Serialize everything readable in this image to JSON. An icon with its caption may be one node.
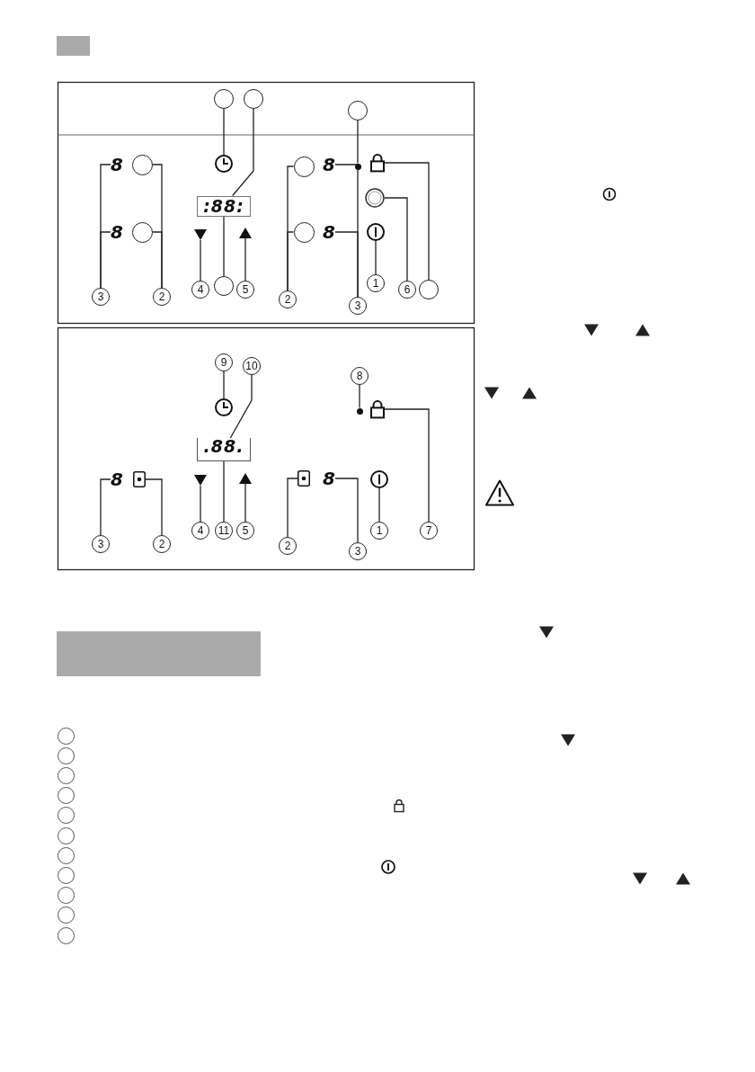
{
  "diagram": {
    "nodes": [
      {
        "text": [],
        "shape": "circle"
      },
      {
        "text": [],
        "shape": "circle"
      },
      {
        "text": [],
        "shape": "circle"
      },
      {
        "text": [],
        "shape": "clock"
      },
      {
        "text": [
          ":88:"
        ]
      },
      {
        "text": [
          "8"
        ]
      },
      {
        "text": [],
        "shape": "circle"
      },
      {
        "text": [
          "8"
        ]
      },
      {
        "text": [],
        "shape": "circle"
      },
      {
        "text": [],
        "shape": "triangle"
      },
      {
        "text": [],
        "shape": "triangle"
      },
      {
        "text": [
          "3"
        ]
      },
      {
        "text": [
          "2"
        ]
      },
      {
        "text": [
          "4"
        ]
      },
      {
        "text": [],
        "shape": "circle"
      },
      {
        "text": [
          "5"
        ]
      },
      {
        "text": [],
        "shape": "circle"
      },
      {
        "text": [
          "8"
        ]
      },
      {
        "text": [],
        "shape": "circle"
      },
      {
        "text": [
          "8"
        ]
      },
      {
        "text": [],
        "shape": "dot"
      },
      {
        "text": [],
        "shape": "lock"
      },
      {
        "text": [],
        "shape": "ring"
      },
      {
        "text": [],
        "shape": "power"
      },
      {
        "text": [
          "2"
        ]
      },
      {
        "text": [
          "3"
        ]
      },
      {
        "text": [
          "1"
        ]
      },
      {
        "text": [
          "6"
        ]
      },
      {
        "text": [],
        "shape": "circle"
      },
      {
        "text": [
          "9"
        ]
      },
      {
        "text": [
          "10"
        ]
      },
      {
        "text": [
          "8"
        ]
      },
      {
        "text": [],
        "shape": "clock"
      },
      {
        "text": [
          ".88."
        ]
      },
      {
        "text": [],
        "shape": "dot"
      },
      {
        "text": [],
        "shape": "lock"
      },
      {
        "text": [
          "8"
        ]
      },
      {
        "text": [],
        "shape": "box"
      },
      {
        "text": [],
        "shape": "triangle"
      },
      {
        "text": [],
        "shape": "triangle"
      },
      {
        "text": [],
        "shape": "box"
      },
      {
        "text": [
          "8"
        ]
      },
      {
        "text": [],
        "shape": "power"
      },
      {
        "text": [
          "3"
        ]
      },
      {
        "text": [
          "2"
        ]
      },
      {
        "text": [
          "4"
        ]
      },
      {
        "text": [
          "11"
        ]
      },
      {
        "text": [
          "5"
        ]
      },
      {
        "text": [
          "2"
        ]
      },
      {
        "text": [
          "3"
        ]
      },
      {
        "text": [
          "1"
        ]
      },
      {
        "text": [
          "7"
        ]
      },
      {
        "text": [],
        "shape": "circle"
      },
      {
        "text": [],
        "shape": "circle"
      },
      {
        "text": [],
        "shape": "circle"
      },
      {
        "text": [],
        "shape": "circle"
      },
      {
        "text": [],
        "shape": "circle"
      },
      {
        "text": [],
        "shape": "circle"
      },
      {
        "text": [],
        "shape": "circle"
      },
      {
        "text": [],
        "shape": "circle"
      },
      {
        "text": [],
        "shape": "circle"
      },
      {
        "text": [],
        "shape": "circle"
      },
      {
        "text": [],
        "shape": "circle"
      }
    ],
    "edges": [
      {
        "from": 0,
        "to": 3,
        "arrow": "none"
      },
      {
        "from": 1,
        "to": 4,
        "arrow": "none"
      },
      {
        "from": 2,
        "to": 20,
        "arrow": "none"
      },
      {
        "from": 11,
        "to": 5,
        "arrow": "none"
      },
      {
        "from": 11,
        "to": 7,
        "arrow": "none"
      },
      {
        "from": 12,
        "to": 6,
        "arrow": "none"
      },
      {
        "from": 12,
        "to": 8,
        "arrow": "none"
      },
      {
        "from": 13,
        "to": 9,
        "arrow": "none"
      },
      {
        "from": 14,
        "to": 4,
        "arrow": "none"
      },
      {
        "from": 15,
        "to": 10,
        "arrow": "none"
      },
      {
        "from": 24,
        "to": 16,
        "arrow": "none"
      },
      {
        "from": 24,
        "to": 18,
        "arrow": "none"
      },
      {
        "from": 25,
        "to": 17,
        "arrow": "none"
      },
      {
        "from": 25,
        "to": 19,
        "arrow": "none"
      },
      {
        "from": 28,
        "to": 21,
        "arrow": "none"
      },
      {
        "from": 27,
        "to": 22,
        "arrow": "none"
      },
      {
        "from": 26,
        "to": 23,
        "arrow": "none"
      },
      {
        "from": 29,
        "to": 32,
        "arrow": "none"
      },
      {
        "from": 30,
        "to": 33,
        "arrow": "none"
      },
      {
        "from": 31,
        "to": 34,
        "arrow": "none"
      },
      {
        "from": 43,
        "to": 36,
        "arrow": "none"
      },
      {
        "from": 44,
        "to": 37,
        "arrow": "none"
      },
      {
        "from": 45,
        "to": 38,
        "arrow": "none"
      },
      {
        "from": 46,
        "to": 33,
        "arrow": "none"
      },
      {
        "from": 47,
        "to": 39,
        "arrow": "none"
      },
      {
        "from": 48,
        "to": 40,
        "arrow": "none"
      },
      {
        "from": 49,
        "to": 41,
        "arrow": "none"
      },
      {
        "from": 50,
        "to": 42,
        "arrow": "none"
      },
      {
        "from": 51,
        "to": 35,
        "arrow": "none"
      }
    ]
  }
}
